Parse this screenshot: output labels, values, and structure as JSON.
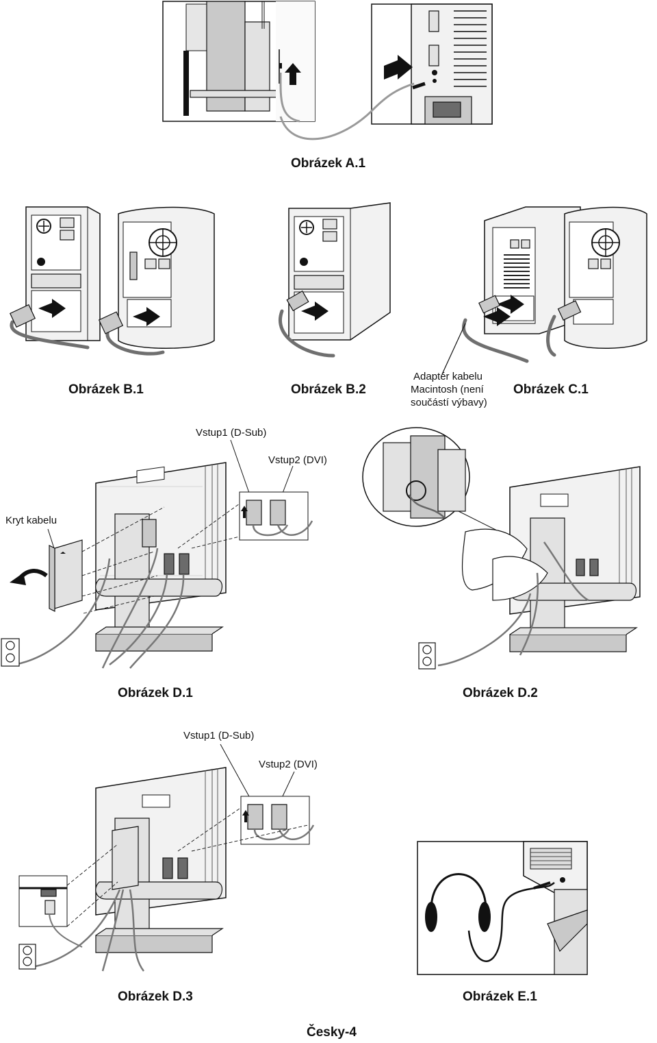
{
  "figures": {
    "a1": {
      "caption": "Obrázek A.1"
    },
    "b1": {
      "caption": "Obrázek B.1"
    },
    "b2": {
      "caption": "Obrázek B.2"
    },
    "c1": {
      "caption": "Obrázek C.1",
      "adapter_note": [
        "Adaptér kabelu",
        "Macintosh (není",
        "součástí výbavy)"
      ]
    },
    "d1": {
      "caption": "Obrázek D.1",
      "input1_label": "Vstup1 (D-Sub)",
      "input2_label": "Vstup2 (DVI)",
      "cable_cover_label": "Kryt kabelu"
    },
    "d2": {
      "caption": "Obrázek D.2"
    },
    "d3": {
      "caption": "Obrázek D.3",
      "input1_label": "Vstup1 (D-Sub)",
      "input2_label": "Vstup2 (DVI)"
    },
    "e1": {
      "caption": "Obrázek E.1"
    }
  },
  "footer": {
    "page_label": "Česky-4"
  }
}
